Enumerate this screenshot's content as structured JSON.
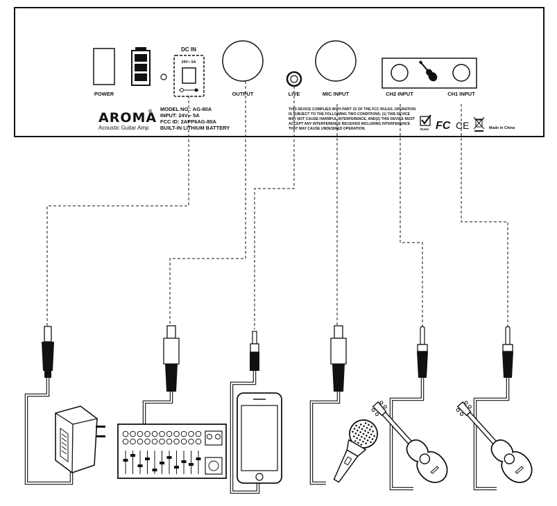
{
  "panel": {
    "power_label": "POWER",
    "dc_in_label": "DC IN",
    "dc_rating": "24V═ 5A",
    "output_label": "OUTPUT",
    "live_label": "LIVE",
    "mic_input_label": "MIC INPUT",
    "ch2_input_label": "CH2 INPUT",
    "ch1_input_label": "CH1 INPUT",
    "brand": "AROMA",
    "brand_mark": "®",
    "brand_subtitle": "Acoustic Guitar Amp",
    "specs": [
      "MODEL NO.:  AG-80A",
      "INPUT:  24V═ 5A",
      "FCC ID:   2APP6AG-80A",
      "BUILT-IN LITHIUM BATTERY"
    ],
    "compliance": [
      "THIS DEVICE COMPLIES WITH PART 15 OF THE FCC RULES. OPERATION",
      "IS SUBJECT TO THE FOLLOWING TWO CONDITIONS: (1) THIS DEVICE",
      "MAY NOT CAUSE HARMFUL INTERFERENCE, AND(2) THIS DEVICE MUST",
      "ACCEPT ANY INTERFERENCE RECEIVED INCLUDING INTERFERENCE",
      "THAT MAY CAUSE UNDESIRED OPERATION."
    ],
    "cert_rohs": "RoHS",
    "cert_fc": "FC",
    "cert_ce": "CE",
    "made_in": "Made in China"
  },
  "devices": {
    "adapter": "power-adapter",
    "mixer": "audio-mixer",
    "phone": "smartphone",
    "microphone": "microphone",
    "guitar_ch2": "acoustic-guitar",
    "guitar_ch1": "acoustic-guitar"
  },
  "colors": {
    "line": "#111111",
    "background": "#ffffff"
  }
}
